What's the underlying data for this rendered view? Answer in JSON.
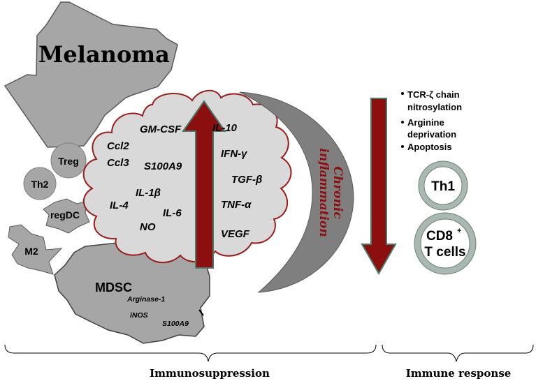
{
  "title": "Melanoma",
  "cells": {
    "treg": "Treg",
    "th2": "Th2",
    "regdc": "regDC",
    "m2": "M2",
    "mdsc": "MDSC"
  },
  "mdsc_markers": [
    "Arginase-1",
    "iNOS",
    "S100A9"
  ],
  "cytokines_left": {
    "gmcsf": "GM-CSF",
    "ccl2": "Ccl2",
    "ccl3": "Ccl3",
    "s100a9": "S100A9",
    "il1b": "IL-1β",
    "il4": "IL-4",
    "il6": "IL-6",
    "no": "NO"
  },
  "cytokines_right": {
    "il10": "IL-10",
    "ifng": "IFN-γ",
    "tgfb": "TGF-β",
    "tnfa": "TNF-α",
    "vegf": "VEGF"
  },
  "crescent_label_line1": "Chronic",
  "crescent_label_line2": "inflammation",
  "mechanisms": [
    "TCR-ζ chain",
    "nitrosylation",
    "Arginine",
    "deprivation",
    "Apoptosis"
  ],
  "t_cells": {
    "th1": "Th1",
    "cd8_line1": "CD8",
    "cd8_sup": "+",
    "cd8_line2": "T cells"
  },
  "bracket_labels": {
    "immunosuppression": "Immunosuppression",
    "immune_response": "Immune response"
  },
  "colors": {
    "shape_gray": "#a6a6a6",
    "cloud_fill": "#d9d9d9",
    "cloud_border": "#9b1c1c",
    "arrow_red": "#8b0f0f",
    "arrow_outline": "#4a7a6a",
    "crescent": "#7f7f7f",
    "ring": "#a9b8b0"
  }
}
